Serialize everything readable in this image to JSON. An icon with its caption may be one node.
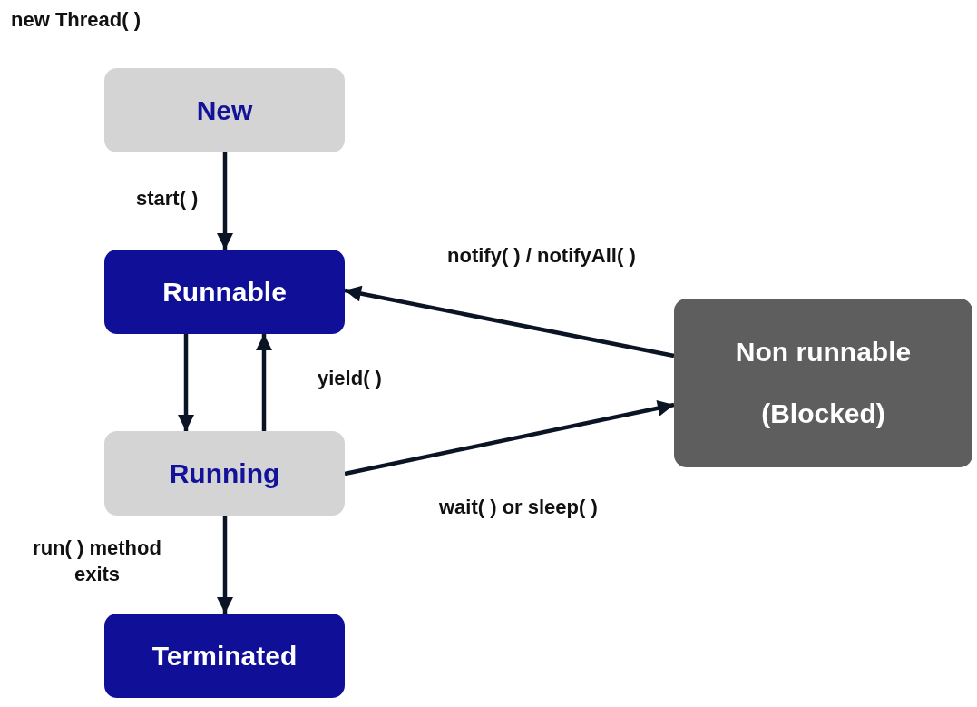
{
  "diagram": {
    "nodes": [
      {
        "text": [
          "New"
        ]
      },
      {
        "text": [
          "Runnable"
        ]
      },
      {
        "text": [
          "Running"
        ]
      },
      {
        "text": [
          "Terminated"
        ]
      },
      {
        "text": [
          "Non runnable",
          "(Blocked)"
        ]
      }
    ],
    "edges": [
      {
        "from": 0,
        "to": 1,
        "arrow": "to",
        "label": "start( )"
      },
      {
        "from": 1,
        "to": 2,
        "arrow": "to"
      },
      {
        "from": 2,
        "to": 1,
        "arrow": "to",
        "label": "yield( )"
      },
      {
        "from": 2,
        "to": 3,
        "arrow": "to",
        "label": "run( ) method exits"
      },
      {
        "from": 2,
        "to": 4,
        "arrow": "to",
        "label": "wait( ) or sleep( )"
      },
      {
        "from": 4,
        "to": 1,
        "arrow": "to",
        "label": "notify( ) / notifyAll( )"
      }
    ],
    "labels": [
      "new Thread( )"
    ]
  }
}
